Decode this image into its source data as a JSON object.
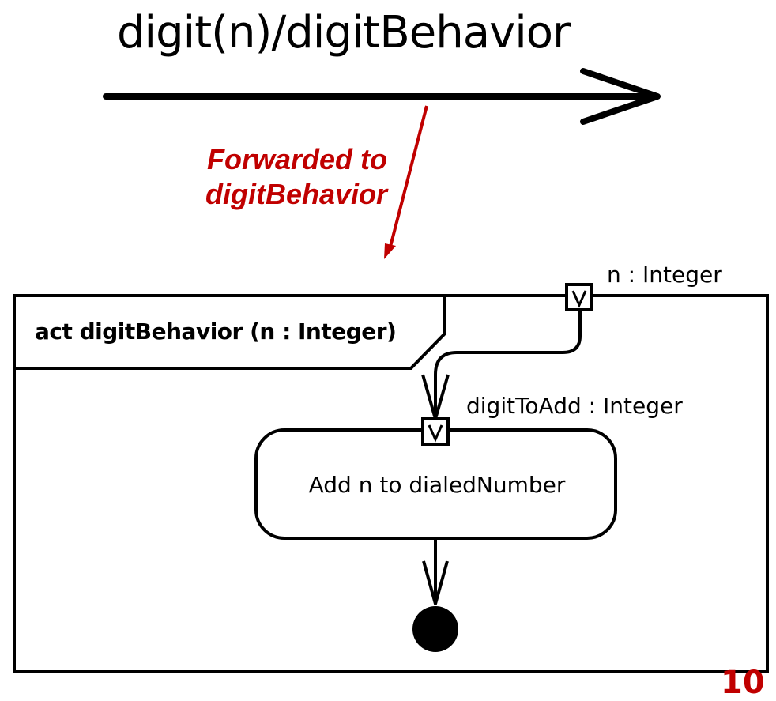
{
  "transition": {
    "label": "digit(n)/digitBehavior"
  },
  "note": {
    "line1": "Forwarded to",
    "line2": "digitBehavior",
    "color": "#c00000"
  },
  "activity": {
    "frame_title": "act digitBehavior (n : Integer)",
    "parameter_label": "n : Integer",
    "pin_label": "digitToAdd : Integer",
    "action_label": "Add n to dialedNumber"
  },
  "page_number": "10"
}
